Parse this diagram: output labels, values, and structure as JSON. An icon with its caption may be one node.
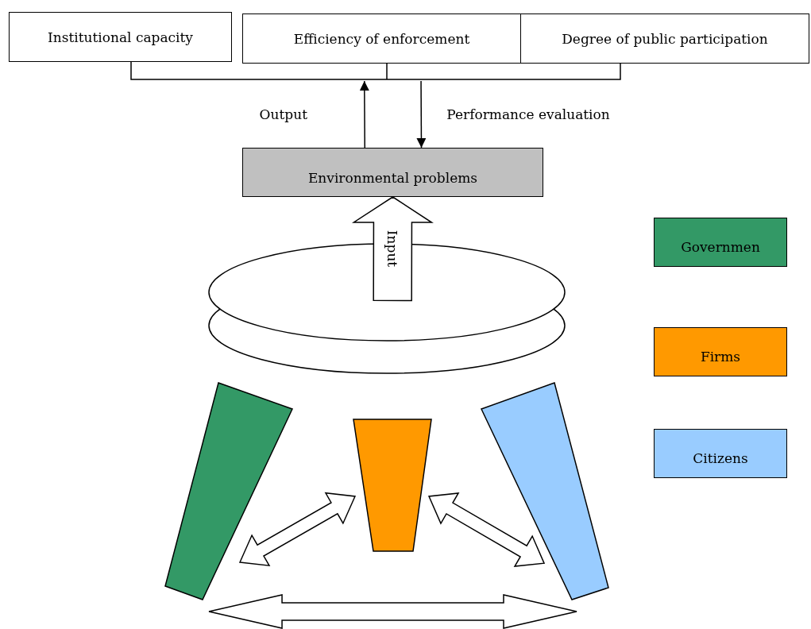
{
  "diagram": {
    "nodes": [
      {
        "text": [
          "Institutional capacity"
        ]
      },
      {
        "text": [
          "Efficiency of enforcement"
        ]
      },
      {
        "text": [
          "Degree of public participation"
        ]
      },
      {
        "text": [],
        "shape": "bracket"
      },
      {
        "text": [
          "Environmental problems"
        ]
      },
      {
        "text": [],
        "shape": "disk"
      },
      {
        "text": [],
        "shape": "bar"
      },
      {
        "text": [],
        "shape": "bar"
      },
      {
        "text": [],
        "shape": "bar"
      }
    ],
    "edges": [
      {
        "from": 4,
        "to": 3,
        "arrow": "to",
        "label": "Output"
      },
      {
        "from": 3,
        "to": 4,
        "arrow": "to",
        "label": "Performance evaluation"
      },
      {
        "from": 5,
        "to": 4,
        "arrow": "to",
        "label": "Input",
        "style": "thick"
      },
      {
        "from": 6,
        "to": 7,
        "arrow": "both",
        "style": "thick"
      },
      {
        "from": 7,
        "to": 8,
        "arrow": "both",
        "style": "thick"
      },
      {
        "from": 6,
        "to": 8,
        "arrow": "both",
        "style": "thick"
      }
    ],
    "legend": [
      {
        "text": "Governmen",
        "color": "#339966"
      },
      {
        "text": "Firms",
        "color": "#ff9900"
      },
      {
        "text": "Citizens",
        "color": "#99ccff"
      }
    ]
  }
}
